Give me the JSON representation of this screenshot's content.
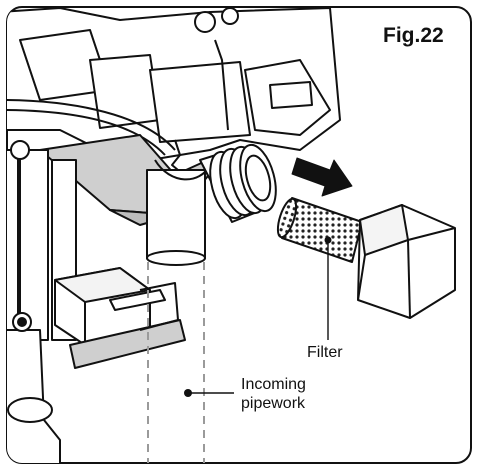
{
  "figure": {
    "number": "Fig.22"
  },
  "labels": {
    "filter": "Filter",
    "incoming_pipework": [
      "Incoming",
      "pipework"
    ]
  },
  "icons": [
    "arrow-right-icon"
  ],
  "colors": {
    "line": "#111111",
    "grey_fill": "#cfcfcf",
    "dash": "#9a9a9a"
  }
}
